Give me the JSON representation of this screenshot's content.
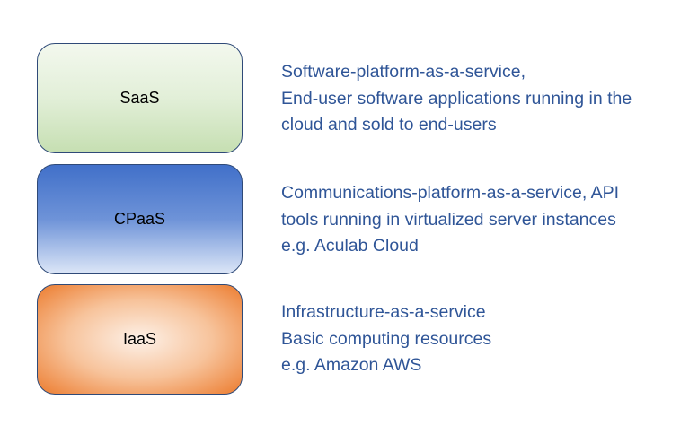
{
  "layers": [
    {
      "id": "saas",
      "label": "SaaS",
      "description": [
        "Software-platform-as-a-service,",
        "End-user software applications running in the",
        "cloud and sold to end-users"
      ]
    },
    {
      "id": "cpaas",
      "label": "CPaaS",
      "description": [
        "Communications-platform-as-a-service, API",
        "tools running in virtualized server instances",
        "e.g. Aculab Cloud"
      ]
    },
    {
      "id": "iaas",
      "label": "IaaS",
      "description": [
        "Infrastructure-as-a-service",
        "Basic computing resources",
        "e.g. Amazon AWS"
      ]
    }
  ],
  "colors": {
    "text_blue": "#2f5597",
    "box_border": "#2f4a78",
    "saas_fill": "#e2efd8",
    "cpaas_fill": "#4472c4",
    "iaas_fill": "#ee8841"
  }
}
